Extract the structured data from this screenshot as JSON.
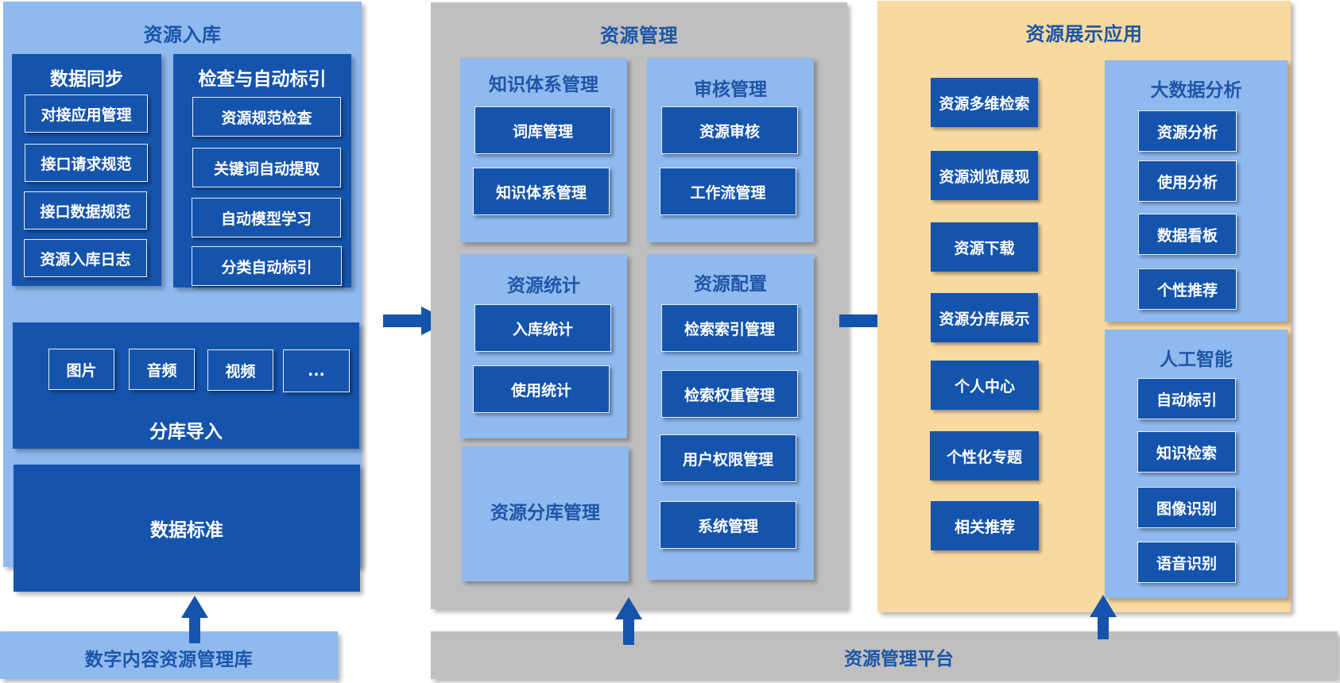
{
  "colors": {
    "dark_blue": "#1554ad",
    "light_blue": "#8fb9ef",
    "gray": "#bfbfbf",
    "tan": "#f8d9a0",
    "title_text": "#1a56a8",
    "white_text": "#ffffff"
  },
  "ingest": {
    "title": "资源入库",
    "data_sync": {
      "title": "数据同步",
      "items": [
        "对接应用管理",
        "接口请求规范",
        "接口数据规范",
        "资源入库日志"
      ]
    },
    "check_index": {
      "title": "检查与自动标引",
      "items": [
        "资源规范检查",
        "关键词自动提取",
        "自动模型学习",
        "分类自动标引"
      ]
    },
    "split_import": {
      "title": "分库导入",
      "items": [
        "图片",
        "音频",
        "视频",
        "..."
      ]
    },
    "data_standard": {
      "title": "数据标准"
    },
    "footer": "数字内容资源管理库"
  },
  "management": {
    "title": "资源管理",
    "knowledge": {
      "title": "知识体系管理",
      "items": [
        "词库管理",
        "知识体系管理"
      ]
    },
    "audit": {
      "title": "审核管理",
      "items": [
        "资源审核",
        "工作流管理"
      ]
    },
    "stats": {
      "title": "资源统计",
      "items": [
        "入库统计",
        "使用统计"
      ]
    },
    "config": {
      "title": "资源配置",
      "items": [
        "检索索引管理",
        "检索权重管理",
        "用户权限管理",
        "系统管理"
      ]
    },
    "split_mgmt": {
      "title": "资源分库管理"
    },
    "footer": "资源管理平台"
  },
  "display": {
    "title": "资源展示应用",
    "items": [
      "资源多维检索",
      "资源浏览展现",
      "资源下载",
      "资源分库展示",
      "个人中心",
      "个性化专题",
      "相关推荐"
    ],
    "bigdata": {
      "title": "大数据分析",
      "items": [
        "资源分析",
        "使用分析",
        "数据看板",
        "个性推荐"
      ]
    },
    "ai": {
      "title": "人工智能",
      "items": [
        "自动标引",
        "知识检索",
        "图像识别",
        "语音识别"
      ]
    }
  }
}
